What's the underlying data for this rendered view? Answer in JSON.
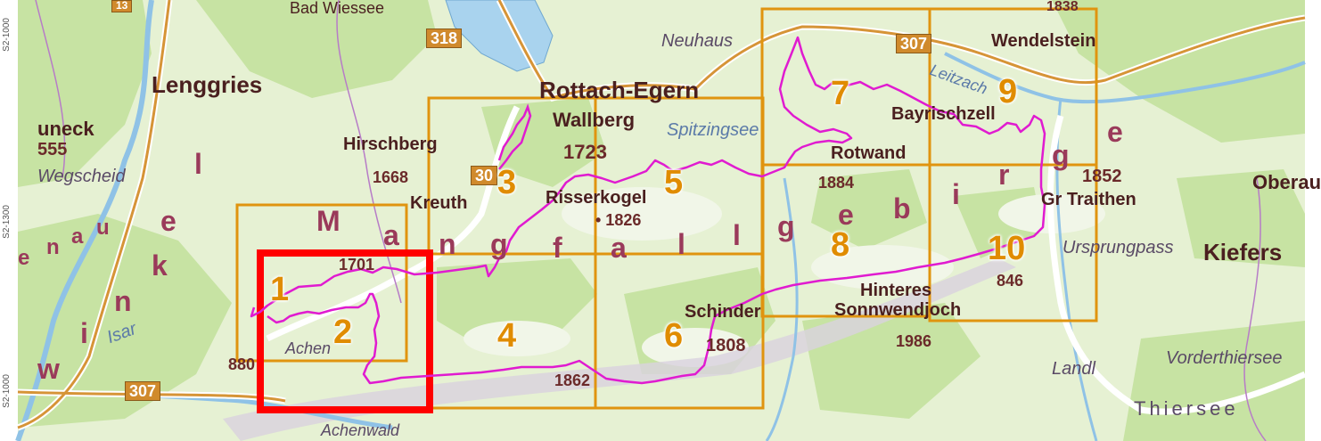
{
  "map": {
    "places": [
      {
        "id": "lenggries",
        "text": "Lenggries"
      },
      {
        "id": "rottach",
        "text": "Rottach-Egern"
      },
      {
        "id": "neuhaus",
        "text": "Neuhaus"
      },
      {
        "id": "wendelstein",
        "text": "Wendelstein"
      },
      {
        "id": "kreuth",
        "text": "Kreuth"
      },
      {
        "id": "hirschberg",
        "text": "Hirschberg"
      },
      {
        "id": "wallberg",
        "text": "Wallberg"
      },
      {
        "id": "risserkogel",
        "text": "Risserkogel"
      },
      {
        "id": "spitzingsee",
        "text": "Spitzingsee"
      },
      {
        "id": "bayrischzell",
        "text": "Bayrischzell"
      },
      {
        "id": "rotwand",
        "text": "Rotwand"
      },
      {
        "id": "grtraithen",
        "text": "Gr Traithen"
      },
      {
        "id": "oberau",
        "text": "Oberau"
      },
      {
        "id": "kiefers",
        "text": "Kiefers"
      },
      {
        "id": "ursprungpass",
        "text": "Ursprungpass"
      },
      {
        "id": "hinteres",
        "text": "Hinteres"
      },
      {
        "id": "sonnwendjoch",
        "text": "Sonnwendjoch"
      },
      {
        "id": "schinder",
        "text": "Schinder"
      },
      {
        "id": "wegscheid",
        "text": "Wegscheid"
      },
      {
        "id": "achen",
        "text": "Achen"
      },
      {
        "id": "landl",
        "text": "Landl"
      },
      {
        "id": "vorderthiersee",
        "text": "Vorderthiersee"
      },
      {
        "id": "thiersee",
        "text": "Thiersee"
      },
      {
        "id": "isar",
        "text": "Isar"
      },
      {
        "id": "leitzach",
        "text": "Leitzach"
      },
      {
        "id": "achenwald",
        "text": "Achenwald"
      },
      {
        "id": "badwiessee",
        "text": "Bad Wiessee"
      },
      {
        "id": "uneck",
        "text": "uneck"
      }
    ],
    "elevations": [
      {
        "id": "e1668",
        "text": "1668"
      },
      {
        "id": "e1723",
        "text": "1723"
      },
      {
        "id": "e1826",
        "text": "• 1826"
      },
      {
        "id": "e1884",
        "text": "1884"
      },
      {
        "id": "e1852",
        "text": "1852"
      },
      {
        "id": "e846",
        "text": "846"
      },
      {
        "id": "e1986",
        "text": "1986"
      },
      {
        "id": "e1808",
        "text": "1808"
      },
      {
        "id": "e1862",
        "text": "1862"
      },
      {
        "id": "e1701",
        "text": "1701"
      },
      {
        "id": "e880",
        "text": "880"
      },
      {
        "id": "e1838",
        "text": "1838"
      },
      {
        "id": "e555",
        "text": "555"
      }
    ],
    "roads": [
      {
        "id": "r318",
        "text": "318"
      },
      {
        "id": "r307a",
        "text": "307"
      },
      {
        "id": "r307b",
        "text": "307"
      },
      {
        "id": "r30",
        "text": "30"
      },
      {
        "id": "r13",
        "text": "13"
      }
    ],
    "range_letters_mangfall": [
      "M",
      "a",
      "n",
      "g",
      "f",
      "a",
      "l",
      "l",
      "g",
      "e",
      "b",
      "i",
      "r",
      "g",
      "e"
    ],
    "range_letters_left": [
      "w",
      "i",
      "n",
      "k",
      "e",
      "l",
      "e",
      "n",
      "a",
      "u"
    ],
    "tiles": [
      "1",
      "2",
      "3",
      "4",
      "5",
      "6",
      "7",
      "8",
      "9",
      "10"
    ],
    "highlighted_tile": "2",
    "colors": {
      "tile_border": "#e0940f",
      "tile_number": "#e08c00",
      "route": "#e01bd0",
      "highlight": "#ff0000",
      "forest": "#c9e4a6",
      "meadow": "#e8f2d6",
      "water": "#a9d3ee"
    },
    "side_labels": [
      "S2-1000",
      "S2-1300",
      "S2-1000"
    ]
  }
}
